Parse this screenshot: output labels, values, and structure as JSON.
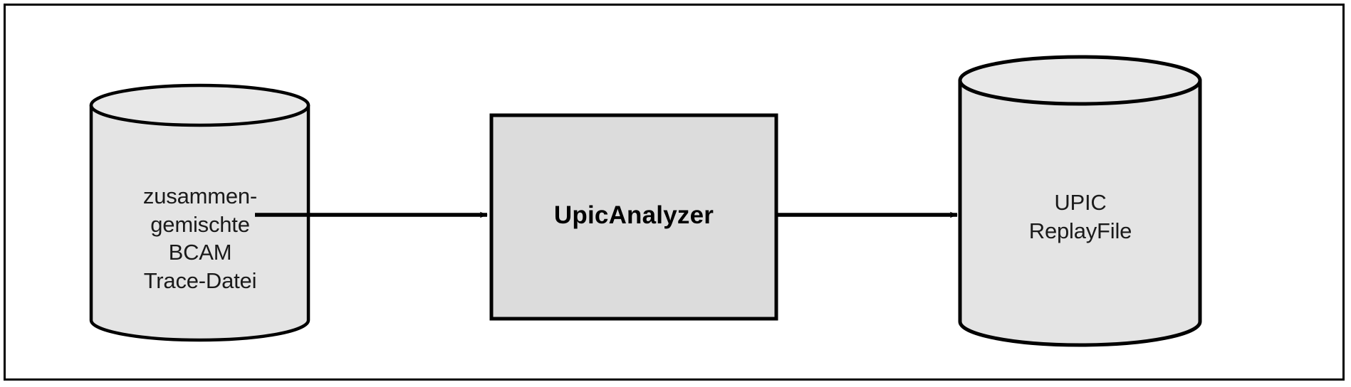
{
  "diagram": {
    "type": "data-flow",
    "title": "",
    "frame": {
      "visible": true,
      "border_color": "#000000"
    },
    "palette": {
      "node_fill": "#dcdcdc",
      "cylinder_fill": "#e4e4e4",
      "stroke": "#000000",
      "text": "#1a1a1a",
      "background": "#ffffff"
    },
    "nodes": [
      {
        "id": "source-store",
        "shape": "cylinder",
        "label": "zusammen-\ngemischte\nBCAM\nTrace-Datei",
        "lines": [
          "zusammen-",
          "gemischte",
          "BCAM",
          "Trace-Datei"
        ]
      },
      {
        "id": "upic-analyzer",
        "shape": "rectangle",
        "label": "UpicAnalyzer",
        "lines": [
          "UpicAnalyzer"
        ]
      },
      {
        "id": "target-store",
        "shape": "cylinder",
        "label": "UPIC\nReplayFile",
        "lines": [
          "UPIC",
          "ReplayFile"
        ]
      }
    ],
    "edges": [
      {
        "id": "edge-source-to-analyzer",
        "from": "source-store",
        "to": "upic-analyzer",
        "label": "",
        "arrowhead": "filled"
      },
      {
        "id": "edge-analyzer-to-target",
        "from": "upic-analyzer",
        "to": "target-store",
        "label": "",
        "arrowhead": "filled"
      }
    ]
  }
}
